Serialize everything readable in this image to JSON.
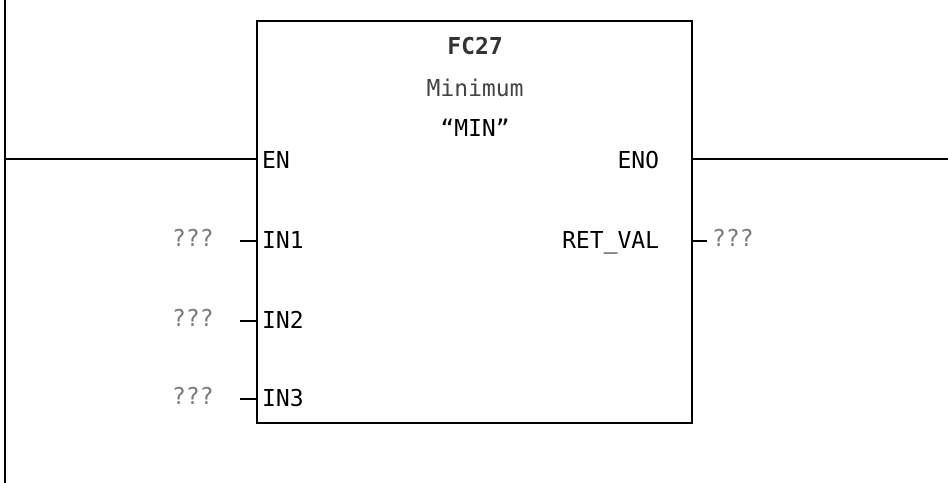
{
  "block": {
    "number": "FC27",
    "description": "Minimum",
    "symbol": "“MIN”"
  },
  "pins": {
    "inputs": [
      "EN",
      "IN1",
      "IN2",
      "IN3"
    ],
    "outputs": [
      "ENO",
      "RET_VAL"
    ]
  },
  "operands": {
    "in1": "???",
    "in2": "???",
    "in3": "???",
    "ret_val": "???"
  }
}
